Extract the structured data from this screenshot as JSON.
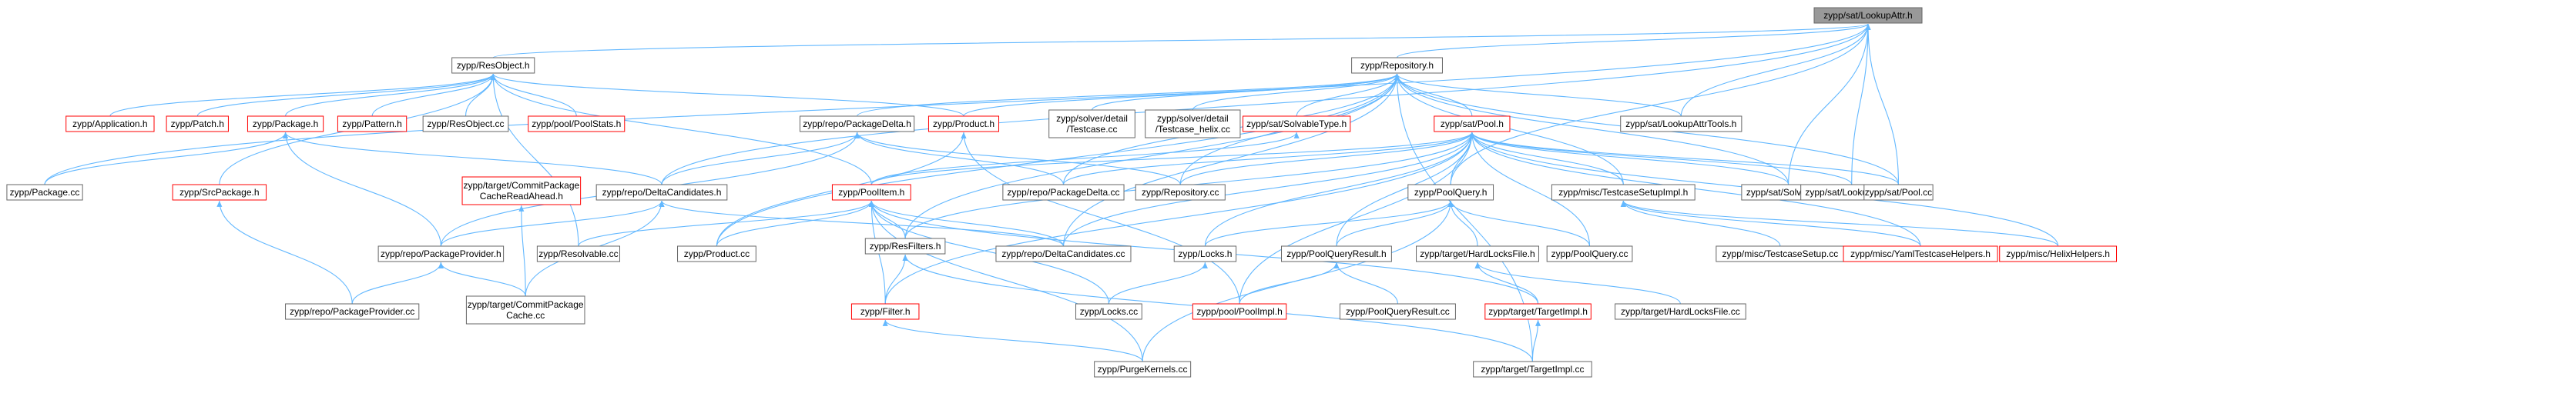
{
  "colors": {
    "edge": "#63b8ff",
    "root_fill": "#999999",
    "root_border": "#666666",
    "node_fill": "#ffffff",
    "node_border": "#666666",
    "missing_border": "#ff0000",
    "missing_text": "#000000"
  },
  "diagram": {
    "nodes": [
      {
        "id": "root",
        "lines": [
          "zypp/sat/LookupAttr.h"
        ],
        "kind": "root"
      },
      {
        "id": "resobj_h",
        "lines": [
          "zypp/ResObject.h"
        ],
        "kind": "normal"
      },
      {
        "id": "repo_h",
        "lines": [
          "zypp/Repository.h"
        ],
        "kind": "normal"
      },
      {
        "id": "app_h",
        "lines": [
          "zypp/Application.h"
        ],
        "kind": "missing"
      },
      {
        "id": "patch_h",
        "lines": [
          "zypp/Patch.h"
        ],
        "kind": "missing"
      },
      {
        "id": "package_h",
        "lines": [
          "zypp/Package.h"
        ],
        "kind": "missing"
      },
      {
        "id": "pattern_h",
        "lines": [
          "zypp/Pattern.h"
        ],
        "kind": "missing"
      },
      {
        "id": "resobj_cc",
        "lines": [
          "zypp/ResObject.cc"
        ],
        "kind": "normal"
      },
      {
        "id": "poolstats_h",
        "lines": [
          "zypp/pool/PoolStats.h"
        ],
        "kind": "missing"
      },
      {
        "id": "pkgdelta_h",
        "lines": [
          "zypp/repo/PackageDelta.h"
        ],
        "kind": "normal"
      },
      {
        "id": "product_h",
        "lines": [
          "zypp/Product.h"
        ],
        "kind": "missing"
      },
      {
        "id": "testcase_cc",
        "lines": [
          "zypp/solver/detail",
          "/Testcase.cc"
        ],
        "kind": "normal"
      },
      {
        "id": "testcase_helix",
        "lines": [
          "zypp/solver/detail",
          "/Testcase_helix.cc"
        ],
        "kind": "normal"
      },
      {
        "id": "solvtype_h",
        "lines": [
          "zypp/sat/SolvableType.h"
        ],
        "kind": "missing"
      },
      {
        "id": "pool_h",
        "lines": [
          "zypp/sat/Pool.h"
        ],
        "kind": "missing"
      },
      {
        "id": "lookupattrtools",
        "lines": [
          "zypp/sat/LookupAttrTools.h"
        ],
        "kind": "normal"
      },
      {
        "id": "package_cc",
        "lines": [
          "zypp/Package.cc"
        ],
        "kind": "normal"
      },
      {
        "id": "srcpackage_h",
        "lines": [
          "zypp/SrcPackage.h"
        ],
        "kind": "missing"
      },
      {
        "id": "commitcache_h",
        "lines": [
          "zypp/target/CommitPackage",
          "CacheReadAhead.h"
        ],
        "kind": "missing"
      },
      {
        "id": "deltacand_h",
        "lines": [
          "zypp/repo/DeltaCandidates.h"
        ],
        "kind": "normal"
      },
      {
        "id": "poolitem_h",
        "lines": [
          "zypp/PoolItem.h"
        ],
        "kind": "missing"
      },
      {
        "id": "pkgdelta_cc",
        "lines": [
          "zypp/repo/PackageDelta.cc"
        ],
        "kind": "normal"
      },
      {
        "id": "repository_cc",
        "lines": [
          "zypp/Repository.cc"
        ],
        "kind": "normal"
      },
      {
        "id": "poolquery_h",
        "lines": [
          "zypp/PoolQuery.h"
        ],
        "kind": "normal"
      },
      {
        "id": "tsetupimpl_h",
        "lines": [
          "zypp/misc/TestcaseSetupImpl.h"
        ],
        "kind": "normal"
      },
      {
        "id": "solvable_cc",
        "lines": [
          "zypp/sat/Solvable.cc"
        ],
        "kind": "normal"
      },
      {
        "id": "lookupattr_cc",
        "lines": [
          "zypp/sat/LookupAttr.cc"
        ],
        "kind": "normal"
      },
      {
        "id": "pool_cc",
        "lines": [
          "zypp/sat/Pool.cc"
        ],
        "kind": "normal"
      },
      {
        "id": "pkgprovider_h",
        "lines": [
          "zypp/repo/PackageProvider.h"
        ],
        "kind": "normal"
      },
      {
        "id": "resolvable_cc",
        "lines": [
          "zypp/Resolvable.cc"
        ],
        "kind": "normal"
      },
      {
        "id": "product_cc",
        "lines": [
          "zypp/Product.cc"
        ],
        "kind": "normal"
      },
      {
        "id": "resfilters_h",
        "lines": [
          "zypp/ResFilters.h"
        ],
        "kind": "normal"
      },
      {
        "id": "deltacand_cc",
        "lines": [
          "zypp/repo/DeltaCandidates.cc"
        ],
        "kind": "normal"
      },
      {
        "id": "locks_h",
        "lines": [
          "zypp/Locks.h"
        ],
        "kind": "normal"
      },
      {
        "id": "pqresult_h",
        "lines": [
          "zypp/PoolQueryResult.h"
        ],
        "kind": "normal"
      },
      {
        "id": "hardlocks_h",
        "lines": [
          "zypp/target/HardLocksFile.h"
        ],
        "kind": "normal"
      },
      {
        "id": "poolquery_cc",
        "lines": [
          "zypp/PoolQuery.cc"
        ],
        "kind": "normal"
      },
      {
        "id": "tsetup_cc",
        "lines": [
          "zypp/misc/TestcaseSetup.cc"
        ],
        "kind": "normal"
      },
      {
        "id": "yamlhelpers_h",
        "lines": [
          "zypp/misc/YamlTestcaseHelpers.h"
        ],
        "kind": "missing"
      },
      {
        "id": "helixhelpers_h",
        "lines": [
          "zypp/misc/HelixHelpers.h"
        ],
        "kind": "missing"
      },
      {
        "id": "pkgprovider_cc",
        "lines": [
          "zypp/repo/PackageProvider.cc"
        ],
        "kind": "normal"
      },
      {
        "id": "commitcache_cc",
        "lines": [
          "zypp/target/CommitPackage",
          "Cache.cc"
        ],
        "kind": "normal"
      },
      {
        "id": "filter_h",
        "lines": [
          "zypp/Filter.h"
        ],
        "kind": "missing"
      },
      {
        "id": "locks_cc",
        "lines": [
          "zypp/Locks.cc"
        ],
        "kind": "normal"
      },
      {
        "id": "poolimpl_h",
        "lines": [
          "zypp/pool/PoolImpl.h"
        ],
        "kind": "missing"
      },
      {
        "id": "pqresult_cc",
        "lines": [
          "zypp/PoolQueryResult.cc"
        ],
        "kind": "normal"
      },
      {
        "id": "targetimpl_h",
        "lines": [
          "zypp/target/TargetImpl.h"
        ],
        "kind": "missing"
      },
      {
        "id": "hardlocks_cc",
        "lines": [
          "zypp/target/HardLocksFile.cc"
        ],
        "kind": "normal"
      },
      {
        "id": "purgekernels_cc",
        "lines": [
          "zypp/PurgeKernels.cc"
        ],
        "kind": "normal"
      },
      {
        "id": "targetimpl_cc",
        "lines": [
          "zypp/target/TargetImpl.cc"
        ],
        "kind": "normal"
      }
    ],
    "edges": [
      [
        "resobj_h",
        "root"
      ],
      [
        "repo_h",
        "root"
      ],
      [
        "lookupattrtools",
        "root"
      ],
      [
        "solvable_cc",
        "root"
      ],
      [
        "lookupattr_cc",
        "root"
      ],
      [
        "pool_cc",
        "root"
      ],
      [
        "package_cc",
        "root"
      ],
      [
        "poolquery_h",
        "root"
      ],
      [
        "deltacand_h",
        "root"
      ],
      [
        "app_h",
        "resobj_h"
      ],
      [
        "patch_h",
        "resobj_h"
      ],
      [
        "package_h",
        "resobj_h"
      ],
      [
        "pattern_h",
        "resobj_h"
      ],
      [
        "resobj_cc",
        "resobj_h"
      ],
      [
        "poolstats_h",
        "resobj_h"
      ],
      [
        "product_h",
        "resobj_h"
      ],
      [
        "srcpackage_h",
        "resobj_h"
      ],
      [
        "poolitem_h",
        "resobj_h"
      ],
      [
        "resolvable_cc",
        "resobj_h"
      ],
      [
        "pkgdelta_h",
        "repo_h"
      ],
      [
        "product_h",
        "repo_h"
      ],
      [
        "testcase_cc",
        "repo_h"
      ],
      [
        "testcase_helix",
        "repo_h"
      ],
      [
        "solvtype_h",
        "repo_h"
      ],
      [
        "pool_h",
        "repo_h"
      ],
      [
        "lookupattrtools",
        "repo_h"
      ],
      [
        "repository_cc",
        "repo_h"
      ],
      [
        "pkgdelta_cc",
        "repo_h"
      ],
      [
        "tsetupimpl_h",
        "repo_h"
      ],
      [
        "solvable_cc",
        "repo_h"
      ],
      [
        "pool_cc",
        "repo_h"
      ],
      [
        "resfilters_h",
        "repo_h"
      ],
      [
        "deltacand_cc",
        "repo_h"
      ],
      [
        "targetimpl_cc",
        "repo_h"
      ],
      [
        "product_cc",
        "repo_h"
      ],
      [
        "package_cc",
        "package_h"
      ],
      [
        "pkgprovider_h",
        "package_h"
      ],
      [
        "deltacand_h",
        "package_h"
      ],
      [
        "pkgprovider_cc",
        "srcpackage_h"
      ],
      [
        "deltacand_h",
        "pkgdelta_h"
      ],
      [
        "pkgdelta_cc",
        "pkgdelta_h"
      ],
      [
        "repository_cc",
        "pkgdelta_h"
      ],
      [
        "pkgprovider_h",
        "pkgdelta_h"
      ],
      [
        "product_cc",
        "product_h"
      ],
      [
        "poolimpl_h",
        "product_h"
      ],
      [
        "poolitem_h",
        "solvtype_h"
      ],
      [
        "poolitem_h",
        "pool_h"
      ],
      [
        "pkgdelta_cc",
        "pool_h"
      ],
      [
        "repository_cc",
        "pool_h"
      ],
      [
        "poolquery_h",
        "pool_h"
      ],
      [
        "tsetupimpl_h",
        "pool_h"
      ],
      [
        "solvable_cc",
        "pool_h"
      ],
      [
        "lookupattr_cc",
        "pool_h"
      ],
      [
        "pool_cc",
        "pool_h"
      ],
      [
        "yamlhelpers_h",
        "pool_h"
      ],
      [
        "helixhelpers_h",
        "pool_h"
      ],
      [
        "resfilters_h",
        "pool_h"
      ],
      [
        "deltacand_cc",
        "pool_h"
      ],
      [
        "locks_h",
        "pool_h"
      ],
      [
        "pqresult_h",
        "pool_h"
      ],
      [
        "poolquery_cc",
        "pool_h"
      ],
      [
        "filter_h",
        "pool_h"
      ],
      [
        "poolimpl_h",
        "pool_h"
      ],
      [
        "commitcache_cc",
        "commitcache_h"
      ],
      [
        "pkgprovider_h",
        "deltacand_h"
      ],
      [
        "deltacand_cc",
        "deltacand_h"
      ],
      [
        "commitcache_cc",
        "deltacand_h"
      ],
      [
        "resolvable_cc",
        "poolitem_h"
      ],
      [
        "product_cc",
        "poolitem_h"
      ],
      [
        "resfilters_h",
        "poolitem_h"
      ],
      [
        "deltacand_cc",
        "poolitem_h"
      ],
      [
        "locks_cc",
        "poolitem_h"
      ],
      [
        "filter_h",
        "poolitem_h"
      ],
      [
        "targetimpl_h",
        "poolitem_h"
      ],
      [
        "purgekernels_cc",
        "poolitem_h"
      ],
      [
        "locks_h",
        "poolquery_h"
      ],
      [
        "pqresult_h",
        "poolquery_h"
      ],
      [
        "hardlocks_h",
        "poolquery_h"
      ],
      [
        "poolquery_cc",
        "poolquery_h"
      ],
      [
        "purgekernels_cc",
        "poolquery_h"
      ],
      [
        "tsetup_cc",
        "tsetupimpl_h"
      ],
      [
        "yamlhelpers_h",
        "tsetupimpl_h"
      ],
      [
        "helixhelpers_h",
        "tsetupimpl_h"
      ],
      [
        "pkgprovider_cc",
        "pkgprovider_h"
      ],
      [
        "commitcache_cc",
        "pkgprovider_h"
      ],
      [
        "filter_h",
        "resfilters_h"
      ],
      [
        "targetimpl_cc",
        "resfilters_h"
      ],
      [
        "locks_cc",
        "locks_h"
      ],
      [
        "poolimpl_h",
        "pqresult_h"
      ],
      [
        "pqresult_cc",
        "pqresult_h"
      ],
      [
        "targetimpl_h",
        "hardlocks_h"
      ],
      [
        "hardlocks_cc",
        "hardlocks_h"
      ],
      [
        "targetimpl_cc",
        "targetimpl_h"
      ],
      [
        "purgekernels_cc",
        "filter_h"
      ]
    ]
  }
}
